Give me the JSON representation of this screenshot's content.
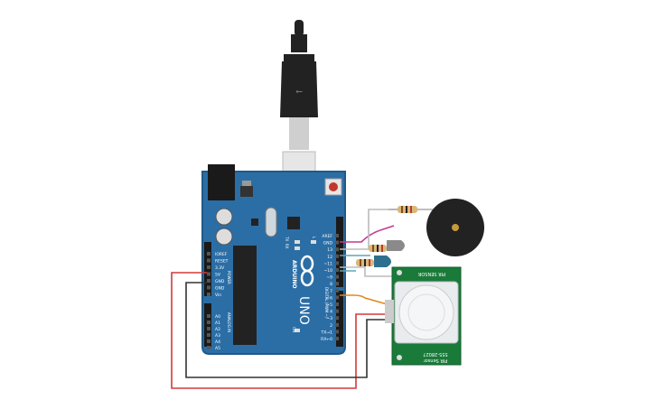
{
  "board": {
    "brand": "ARDUINO",
    "model": "UNO",
    "power_label": "POWER",
    "analog_label": "ANALOG IN",
    "digital_label": "DIGITAL (PWM ~)",
    "tx_label": "TX",
    "rx_label": "RX",
    "l_label": "L",
    "on_label": "ON",
    "power_pins": [
      "IOREF",
      "RESET",
      "3.3V",
      "5V",
      "GND",
      "GND",
      "Vin"
    ],
    "analog_pins": [
      "A0",
      "A1",
      "A2",
      "A3",
      "A4",
      "A5"
    ],
    "digital_pins": [
      "AREF",
      "GND",
      "13",
      "12",
      "~11",
      "~10",
      "~9",
      "8",
      "7",
      "~6",
      "~5",
      "4",
      "~3",
      "2",
      "TX→1",
      "RX←0"
    ]
  },
  "pir_sensor": {
    "label_top": "PIR SENSOR",
    "label_bottom": "PIR Sensor",
    "part": "555-28027"
  },
  "colors": {
    "board": "#2b6ea6",
    "board_edge": "#1f5a8a",
    "pir_board": "#1a7a3a",
    "wire_red": "#d33a3a",
    "wire_black": "#333333",
    "wire_magenta": "#c43a8e",
    "wire_orange": "#e08a1e",
    "wire_grey": "#bbbbbb",
    "wire_teal": "#5aa9b8",
    "led_red": "#8a8a8a",
    "led_blue": "#2e6f8e",
    "buzzer": "#222222"
  }
}
